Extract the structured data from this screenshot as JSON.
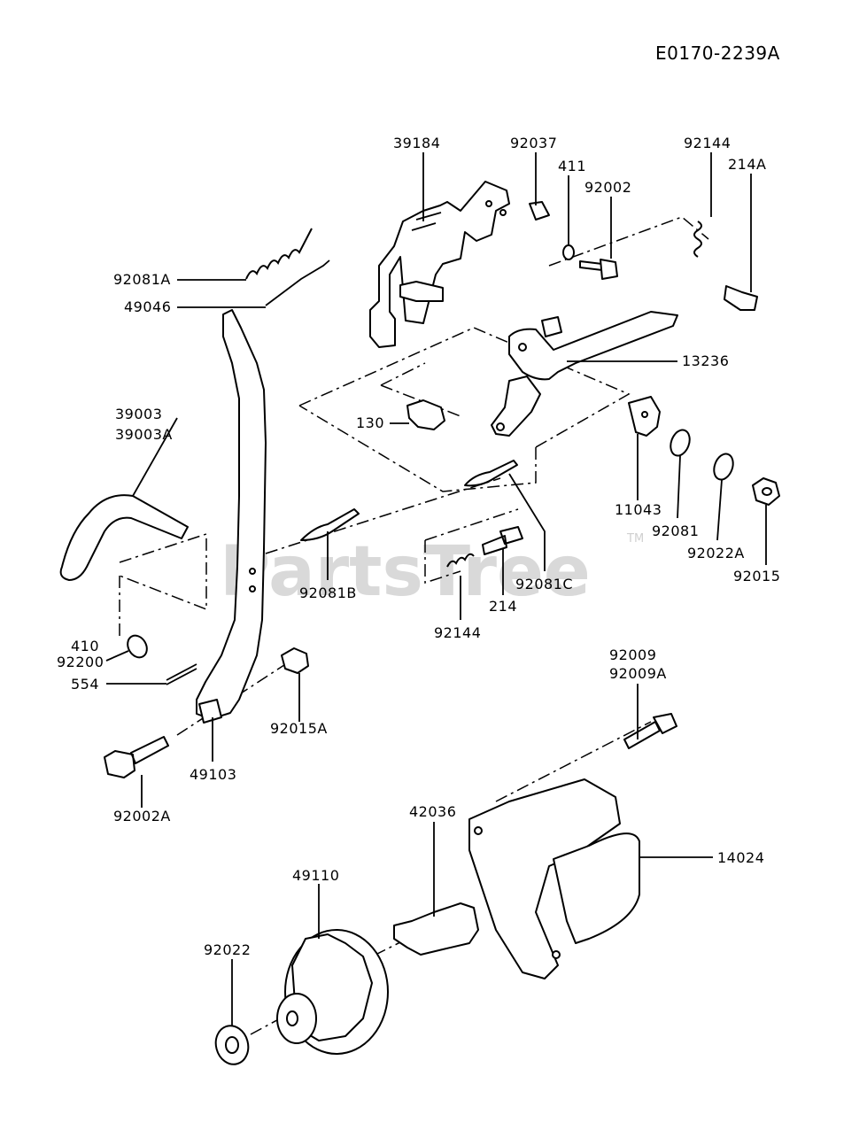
{
  "diagram_code": "E0170-2239A",
  "watermark": "PartsTree",
  "trademark": "TM",
  "callouts": [
    {
      "id": "39184",
      "text": "39184"
    },
    {
      "id": "92037",
      "text": "92037"
    },
    {
      "id": "411",
      "text": "411"
    },
    {
      "id": "92002",
      "text": "92002"
    },
    {
      "id": "92144-top",
      "text": "92144"
    },
    {
      "id": "214A",
      "text": "214A"
    },
    {
      "id": "92081A",
      "text": "92081A"
    },
    {
      "id": "49046",
      "text": "49046"
    },
    {
      "id": "13236",
      "text": "13236"
    },
    {
      "id": "130",
      "text": "130"
    },
    {
      "id": "39003",
      "text": "39003"
    },
    {
      "id": "39003A",
      "text": "39003A"
    },
    {
      "id": "11043",
      "text": "11043"
    },
    {
      "id": "92081",
      "text": "92081"
    },
    {
      "id": "92022A",
      "text": "92022A"
    },
    {
      "id": "92015",
      "text": "92015"
    },
    {
      "id": "92081B",
      "text": "92081B"
    },
    {
      "id": "92081C",
      "text": "92081C"
    },
    {
      "id": "214",
      "text": "214"
    },
    {
      "id": "92144-mid",
      "text": "92144"
    },
    {
      "id": "410",
      "text": "410"
    },
    {
      "id": "92200",
      "text": "92200"
    },
    {
      "id": "554",
      "text": "554"
    },
    {
      "id": "92015A",
      "text": "92015A"
    },
    {
      "id": "49103",
      "text": "49103"
    },
    {
      "id": "92002A",
      "text": "92002A"
    },
    {
      "id": "92009",
      "text": "92009"
    },
    {
      "id": "92009A",
      "text": "92009A"
    },
    {
      "id": "42036",
      "text": "42036"
    },
    {
      "id": "14024",
      "text": "14024"
    },
    {
      "id": "49110",
      "text": "49110"
    },
    {
      "id": "92022",
      "text": "92022"
    }
  ]
}
